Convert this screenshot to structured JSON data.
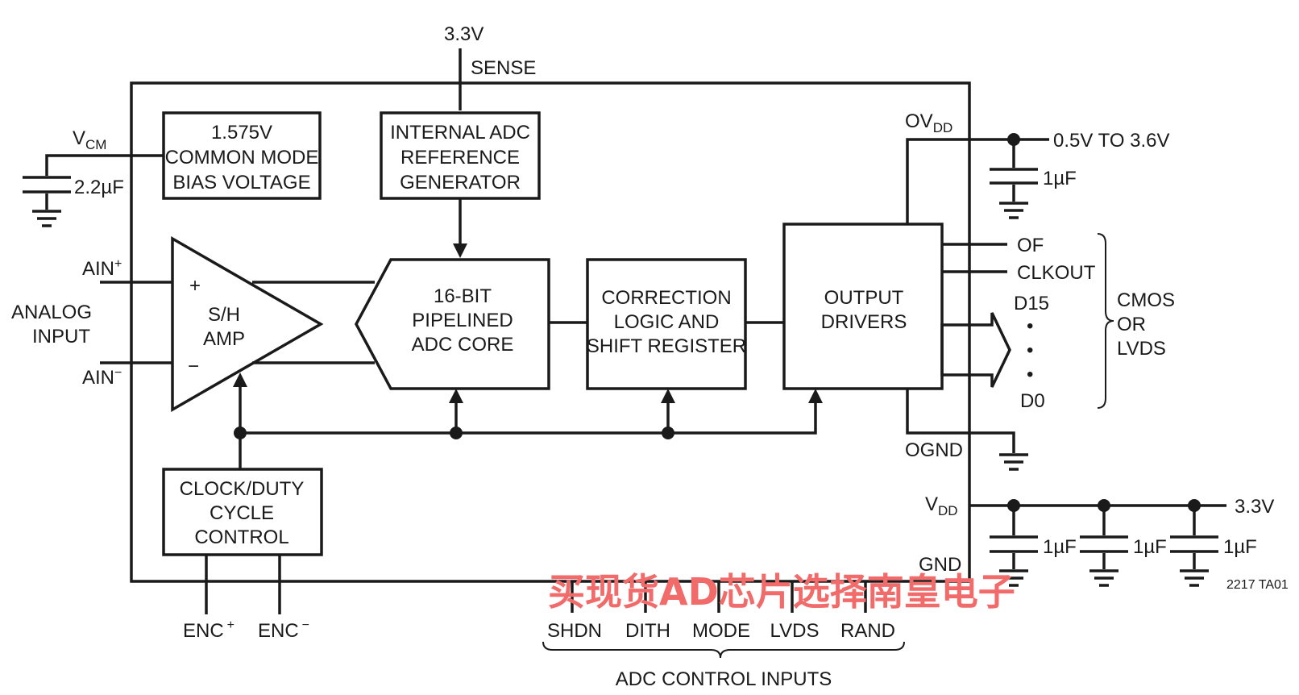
{
  "supply": {
    "top_voltage": "3.3V",
    "sense": "SENSE"
  },
  "blocks": {
    "common_mode": [
      "1.575V",
      "COMMON MODE",
      "BIAS VOLTAGE"
    ],
    "reference": [
      "INTERNAL ADC",
      "REFERENCE",
      "GENERATOR"
    ],
    "sh_amp": [
      "S/H",
      "AMP"
    ],
    "adc_core": [
      "16-BIT",
      "PIPELINED",
      "ADC CORE"
    ],
    "correction": [
      "CORRECTION",
      "LOGIC AND",
      "SHIFT REGISTER"
    ],
    "output_drivers": [
      "OUTPUT",
      "DRIVERS"
    ],
    "clock": [
      "CLOCK/DUTY",
      "CYCLE",
      "CONTROL"
    ]
  },
  "pins": {
    "vcm": {
      "main": "V",
      "sub": "CM"
    },
    "vcm_cap": "2.2µF",
    "ain_plus": {
      "main": "A",
      "rest": "IN",
      "sup": "+"
    },
    "ain_minus": {
      "main": "A",
      "rest": "IN",
      "sup": "−"
    },
    "analog_input": [
      "ANALOG",
      "INPUT"
    ],
    "plus_sign": "+",
    "minus_sign": "−",
    "ovdd": {
      "main": "OV",
      "sub": "DD"
    },
    "ovdd_range": "0.5V TO 3.6V",
    "ovdd_cap": "1µF",
    "of": "OF",
    "clkout": "CLKOUT",
    "d15": "D15",
    "d0": "D0",
    "dots": [
      "•",
      "•",
      "•"
    ],
    "output_type": [
      "CMOS",
      "OR",
      "LVDS"
    ],
    "ognd": "OGND",
    "vdd": {
      "main": "V",
      "sub": "DD"
    },
    "vdd_voltage": "3.3V",
    "vdd_caps": [
      "1µF",
      "1µF",
      "1µF"
    ],
    "gnd": "GND",
    "enc_plus": {
      "main": "ENC",
      "sup": "+"
    },
    "enc_minus": {
      "main": "ENC",
      "sup": "−"
    },
    "figure_id": "2217 TA01"
  },
  "control_inputs": {
    "labels": [
      "SHDN",
      "DITH",
      "MODE",
      "LVDS",
      "RAND"
    ],
    "title": "ADC CONTROL INPUTS"
  },
  "watermark": "买现货AD芯片选择南皇电子"
}
